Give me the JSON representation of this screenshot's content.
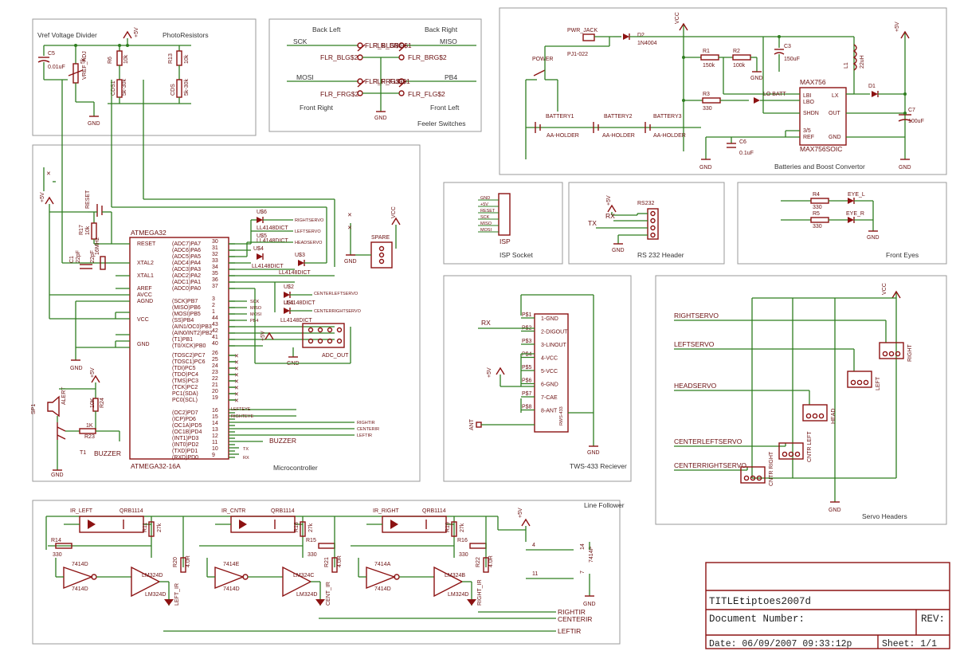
{
  "title_block": {
    "title_label": "TITLE:",
    "title_value": "tiptoes2007d",
    "docnum_label": "Document Number:",
    "rev_label": "REV:",
    "date": "Date: 06/09/2007 09:33:12p",
    "sheet": "Sheet: 1/1"
  },
  "sections": {
    "vref": "Vref Voltage Divider",
    "photoresistors": "PhotoResistors",
    "feeler": "Feeler Switches",
    "batteries": "Batteries and Boost Convertor",
    "isp": "ISP Socket",
    "rs232": "RS 232 Header",
    "eyes": "Front Eyes",
    "micro": "Microcontroller",
    "receiver": "TWS-433 Reciever",
    "servo": "Servo Headers",
    "linefollower": "Line Follower"
  },
  "vref": {
    "c5": "C5",
    "c5v": "0.01uF",
    "ref": "VREF_ADJ",
    "refv": "5k",
    "vcc": "+5V",
    "gnd": "GND",
    "r6": "R6",
    "r6v": "10k",
    "r13": "R13",
    "r13v": "10k",
    "cds1": "CDS1",
    "cds1v": "5k-30k",
    "cds": "CDS",
    "cdsv": "5k-30k"
  },
  "feeler": {
    "back_left": "Back Left",
    "back_right": "Back Right",
    "sck": "SCK",
    "miso": "MISO",
    "mosi": "MOSI",
    "pb4": "PB4",
    "f1": "FLR_BLG$1",
    "f2": "FLR_BLG$2",
    "f3": "FLR_BRG$1",
    "f4": "FLR_BRG$2",
    "f5": "FLR_FRG$1",
    "f6": "FLR_FRG$2",
    "f7": "FLR_FLG$1",
    "f8": "FLR_FLG$2",
    "front_right": "Front Right",
    "front_left": "Front Left",
    "gnd": "GND"
  },
  "power": {
    "jack": "PWR_JACK",
    "jackv": "PJ1-022",
    "d2": "D2",
    "d2v": "1N4004",
    "vcc": "VCC",
    "power": "POWER",
    "r1": "R1",
    "r1v": "150k",
    "r2": "R2",
    "r2v": "100k",
    "r3": "R3",
    "r3v": "330",
    "c3": "C3",
    "c3v": "150uF",
    "c6": "C6",
    "c6v": "0.1uF",
    "c7": "C7",
    "c7v": "100uF",
    "l1": "L1",
    "l1v": "22uH",
    "d1": "D1",
    "lobatt": "LO BATT",
    "ic": "MAX756",
    "icv": "MAX756SOIC",
    "pins": [
      "LBI",
      "LBO",
      "SHDN",
      "3/5",
      "REF",
      "LX",
      "OUT",
      "GND"
    ],
    "b1": "BATTERY1",
    "b2": "BATTERY2",
    "b3": "BATTERY3",
    "holder": "AA-HOLDER",
    "p5v": "+5V",
    "gnd": "GND"
  },
  "isp": {
    "pins": [
      "GND",
      "+5V",
      "RESET",
      "SCK",
      "MISO",
      "MOSI"
    ],
    "name": "ISP"
  },
  "rs232": {
    "name": "RS232",
    "p5v": "+5V",
    "rx": "RX",
    "tx": "TX",
    "gnd": "GND"
  },
  "eyes": {
    "r4": "R4",
    "r4v": "330",
    "r5": "R5",
    "r5v": "330",
    "el": "EYE_L",
    "er": "EYE_R",
    "gnd": "GND"
  },
  "micro": {
    "chip": "ATMEGA32",
    "chipv": "ATMEGA32-16A",
    "reset": "RESET",
    "xtal2": "XTAL2",
    "xtal1": "XTAL1",
    "aref": "AREF",
    "avcc": "AVCC",
    "agnd": "AGND",
    "vcc": "VCC",
    "gnd": "GND",
    "right_pins": [
      "(ADC7)PA7",
      "(ADC6)PA6",
      "(ADC5)PA5",
      "(ADC4)PA4",
      "(ADC3)PA3",
      "(ADC2)PA2",
      "(ADC1)PA1",
      "(ADC0)PA0",
      "(SCK)PB7",
      "(MISO)PB6",
      "(MOSI)PB5",
      "(SS)PB4",
      "(AIN1/OC0)PB3",
      "(AIN0/INT2)PB2",
      "(T1)PB1",
      "(T0/XCK)PB0",
      "(TOSC2)PC7",
      "(TOSC1)PC6",
      "(TDI)PC5",
      "(TDO)PC4",
      "(TMS)PC3",
      "(TCK)PC2",
      "PC1(SDA)",
      "PC0(SCL)",
      "(OC2)PD7",
      "(ICP)PD6",
      "(OC1A)PD5",
      "(OC1B)PD4",
      "(INT1)PD3",
      "(INT0)PD2",
      "(TXD)PD1",
      "(RXD)PD0"
    ],
    "right_nums": [
      "30",
      "31",
      "32",
      "33",
      "34",
      "35",
      "36",
      "37",
      "3",
      "2",
      "1",
      "44",
      "43",
      "42",
      "41",
      "40",
      "26",
      "25",
      "24",
      "23",
      "22",
      "21",
      "20",
      "19",
      "16",
      "15",
      "14",
      "13",
      "12",
      "11",
      "10",
      "9"
    ],
    "nets": [
      "RIGHTSERVO",
      "LEFTSERVO",
      "HEADSERVO",
      "CENTERLEFTSERVO",
      "CENTERRIGHTSERVO",
      "SCK",
      "MISO",
      "MOSI",
      "PB4",
      "LEFTEYE",
      "RIGHTEYE",
      "RIGHTIR",
      "CENTERIR",
      "LEFTIR",
      "BUZZER",
      "TX",
      "RX"
    ],
    "u6": "U$6",
    "u5": "U$5",
    "u4": "U$4",
    "u3": "U$3",
    "u2": "U$2",
    "u1": "U$1",
    "diode": "LL4148DICT",
    "spare": "SPARE",
    "adc": "ADC_OUT",
    "reset_sw": "RESET",
    "r17": "R17",
    "r17v": "10k",
    "q": "16MHz",
    "c1": "C1",
    "c1v": "22pF",
    "c2v": "22pF",
    "sp1": "SP1",
    "alert": "ALERT",
    "r24": "R24",
    "r24v": "10K",
    "r23": "R23",
    "r23v": "1K",
    "t1": "T1",
    "buzzer": "BUZZER",
    "p5v": "+5V",
    "vccl": "VCC"
  },
  "receiver": {
    "pins": [
      "1-GND",
      "2-DIGOUT",
      "3-LINOUT",
      "4-VCC",
      "5-VCC",
      "6-GND",
      "7-CAE",
      "8-ANT"
    ],
    "pnames": [
      "P$1",
      "P$2",
      "P$3",
      "P$4",
      "P$5",
      "P$6",
      "P$7",
      "P$8"
    ],
    "chip": "RWS-433",
    "rx": "RX",
    "ant": "ANT",
    "p5v": "+5V",
    "gnd": "GND"
  },
  "servo": {
    "nets": [
      "RIGHTSERVO",
      "LEFTSERVO",
      "HEADSERVO",
      "CENTERLEFTSERVO",
      "CENTERRIGHTSERVO"
    ],
    "headers": [
      "RIGHT",
      "LEFT",
      "HEAD",
      "CNTR LEFT",
      "CNTR RIGHT"
    ],
    "vcc": "VCC",
    "gnd": "GND"
  },
  "line": {
    "ir": [
      "IR_LEFT",
      "IR_CNTR",
      "IR_RIGHT"
    ],
    "qrb": "QRB1114",
    "r_top": [
      "R11",
      "R18",
      "R19"
    ],
    "r_topv": "27k",
    "r_bot": [
      "R14",
      "R15",
      "R16"
    ],
    "r_botv": "330",
    "inv": [
      "7414D",
      "7414E",
      "7414A"
    ],
    "inv2": "7414D",
    "amp": [
      "LM324D",
      "LM324C",
      "LM324B"
    ],
    "amp2": "LM324D",
    "led": [
      "LEFT_IR",
      "CENT_IR",
      "RIGHT_IR"
    ],
    "ledr": [
      "R20",
      "R21",
      "R22"
    ],
    "ledv": "4.0R",
    "outs": [
      "RIGHTIR",
      "CENTERIR",
      "LEFTIR"
    ],
    "pwr": "7414P",
    "p5v": "+5V",
    "gnd": "GND"
  }
}
